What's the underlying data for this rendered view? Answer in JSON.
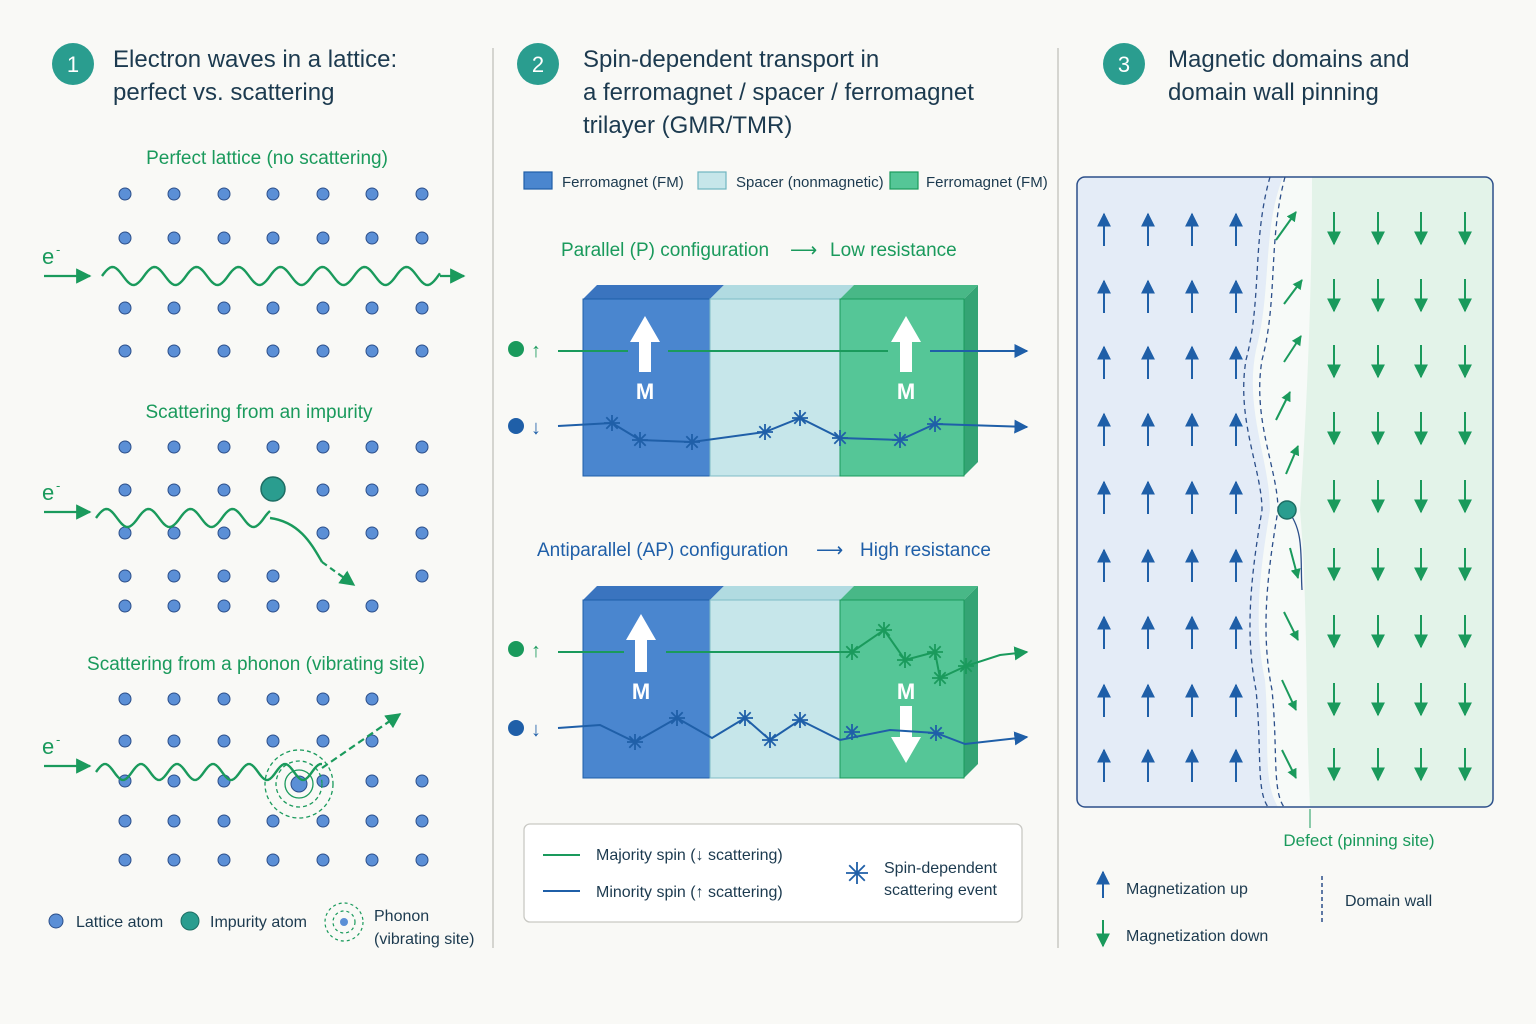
{
  "colors": {
    "background": "#f9f9f6",
    "badge": "#2a9d8f",
    "green": "#1a9a5c",
    "blue": "#1f5fa8",
    "atom": "#5b8fd6",
    "impurity": "#2a9d8f",
    "fm_blue": "#4a86cf",
    "spacer": "#c6e6ea",
    "fm_green": "#55c697",
    "domain_up_bg": "#e4ecf7",
    "domain_down_bg": "#e3f3e9"
  },
  "panel1": {
    "number": "1",
    "title_line1": "Electron waves in a lattice:",
    "title_line2": "perfect vs. scattering",
    "sub_perfect": "Perfect lattice (no scattering)",
    "sub_impurity": "Scattering from an impurity",
    "sub_phonon": "Scattering from a phonon (vibrating site)",
    "electron_label": "e",
    "electron_sup": "-",
    "legend": {
      "lattice_atom": "Lattice atom",
      "impurity_atom": "Impurity atom",
      "phonon_line1": "Phonon",
      "phonon_line2": "(vibrating site)"
    }
  },
  "panel2": {
    "number": "2",
    "title_line1": "Spin-dependent transport in",
    "title_line2": "a ferromagnet / spacer / ferromagnet",
    "title_line3": "trilayer (GMR/TMR)",
    "legend_fm1": "Ferromagnet (FM)",
    "legend_spacer": "Spacer (nonmagnetic)",
    "legend_fm2": "Ferromagnet (FM)",
    "parallel_label": "Parallel (P) configuration",
    "parallel_result": "Low resistance",
    "antiparallel_label": "Antiparallel (AP) configuration",
    "antiparallel_result": "High resistance",
    "magnet_label": "M",
    "spin_up": "↑",
    "spin_down": "↓",
    "arrow_glyph": "⟶",
    "bottom_legend": {
      "majority": "Majority spin (↓ scattering)",
      "minority": "Minority spin (↑ scattering)",
      "event_line1": "Spin-dependent",
      "event_line2": "scattering event"
    }
  },
  "panel3": {
    "number": "3",
    "title_line1": "Magnetic domains and",
    "title_line2": "domain wall pinning",
    "defect_label": "Defect (pinning site)",
    "legend_up": "Magnetization up",
    "legend_down": "Magnetization down",
    "legend_wall": "Domain wall"
  }
}
